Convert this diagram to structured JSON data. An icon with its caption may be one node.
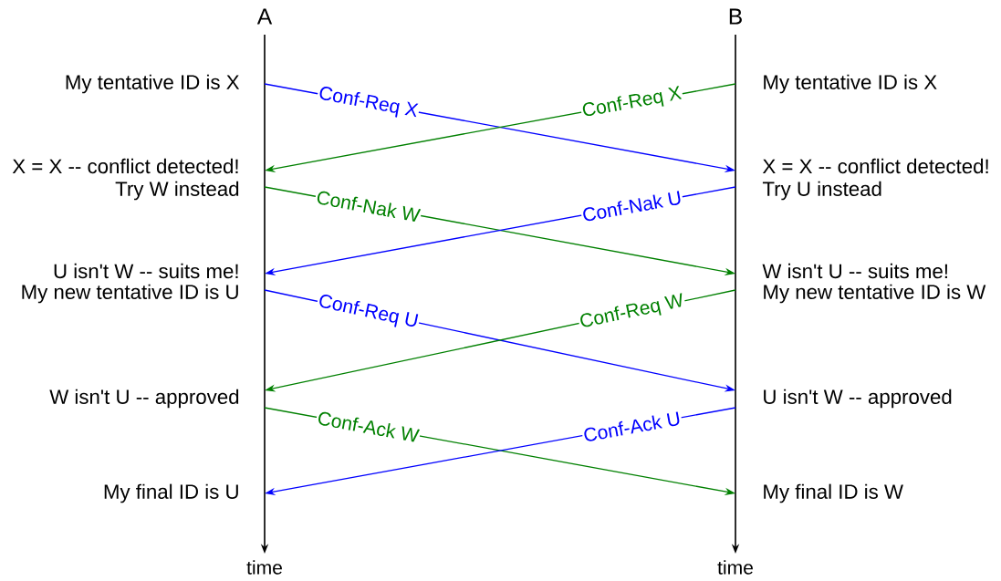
{
  "diagram": {
    "nodes": [
      {
        "text": [
          "A"
        ],
        "beside": [
          "time"
        ]
      },
      {
        "text": [
          "B"
        ],
        "beside": [
          "time"
        ]
      }
    ],
    "edges": [
      {
        "from": 0,
        "to": 1,
        "arrow": "to",
        "label": "Conf-Req X",
        "color": "#0000ff"
      },
      {
        "from": 1,
        "to": 0,
        "arrow": "to",
        "label": "Conf-Req X",
        "color": "#008000"
      },
      {
        "from": 0,
        "to": 1,
        "arrow": "to",
        "label": "Conf-Nak W",
        "color": "#008000"
      },
      {
        "from": 1,
        "to": 0,
        "arrow": "to",
        "label": "Conf-Nak U",
        "color": "#0000ff"
      },
      {
        "from": 0,
        "to": 1,
        "arrow": "to",
        "label": "Conf-Req U",
        "color": "#0000ff"
      },
      {
        "from": 1,
        "to": 0,
        "arrow": "to",
        "label": "Conf-Req W",
        "color": "#008000"
      },
      {
        "from": 0,
        "to": 1,
        "arrow": "to",
        "label": "Conf-Ack W",
        "color": "#008000"
      },
      {
        "from": 1,
        "to": 0,
        "arrow": "to",
        "label": "Conf-Ack U",
        "color": "#0000ff"
      }
    ],
    "labels": [
      "My tentative ID is X",
      "My tentative ID is X",
      "X = X -- conflict detected!",
      "X = X -- conflict detected!",
      "Try W instead",
      "Try U instead",
      "U isn't W -- suits me!",
      "W isn't U -- suits me!",
      "My new tentative ID is U",
      "My new tentative ID is W",
      "W isn't U -- approved",
      "U isn't W -- approved",
      "My final ID is U",
      "My final ID is W"
    ]
  }
}
